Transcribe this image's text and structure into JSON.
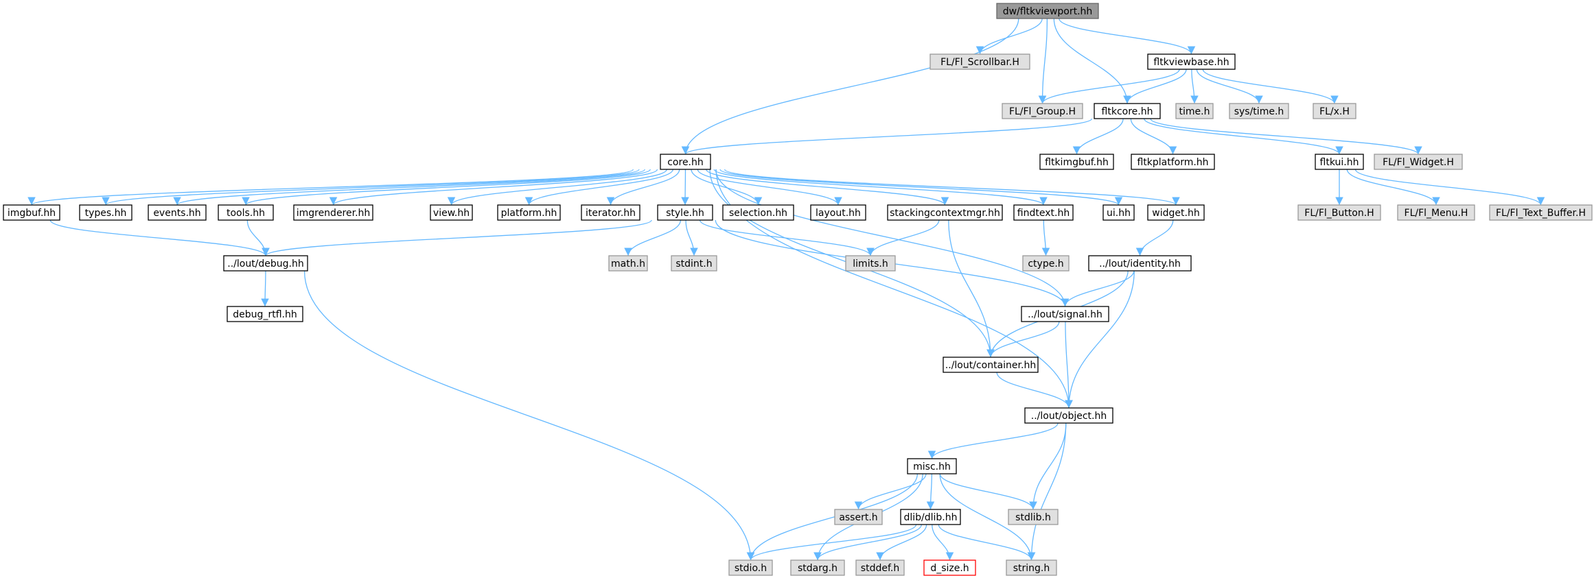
{
  "colors": {
    "edge": "#63b8ff",
    "focus_fill": "#999999",
    "focus_stroke": "#666666",
    "internal_fill": "#ffffff",
    "internal_stroke": "#000000",
    "system_fill": "#e0e0e0",
    "system_stroke": "#999999",
    "missing_fill": "#ffffff",
    "missing_stroke": "#ff0000"
  },
  "nodes": [
    {
      "id": "root",
      "label": "dw/fltkviewport.hh",
      "kind": "focus"
    },
    {
      "id": "scrollbar",
      "label": "FL/Fl_Scrollbar.H",
      "kind": "system"
    },
    {
      "id": "fltkviewbase",
      "label": "fltkviewbase.hh",
      "kind": "internal"
    },
    {
      "id": "flgroup",
      "label": "FL/Fl_Group.H",
      "kind": "system"
    },
    {
      "id": "fltkcore",
      "label": "fltkcore.hh",
      "kind": "internal"
    },
    {
      "id": "timeh",
      "label": "time.h",
      "kind": "system"
    },
    {
      "id": "systime",
      "label": "sys/time.h",
      "kind": "system"
    },
    {
      "id": "flx",
      "label": "FL/x.H",
      "kind": "system"
    },
    {
      "id": "core",
      "label": "core.hh",
      "kind": "internal"
    },
    {
      "id": "fltkimgbuf",
      "label": "fltkimgbuf.hh",
      "kind": "internal"
    },
    {
      "id": "fltkplatform",
      "label": "fltkplatform.hh",
      "kind": "internal"
    },
    {
      "id": "fltkui",
      "label": "fltkui.hh",
      "kind": "internal"
    },
    {
      "id": "flwidget",
      "label": "FL/Fl_Widget.H",
      "kind": "system"
    },
    {
      "id": "imgbuf",
      "label": "imgbuf.hh",
      "kind": "internal"
    },
    {
      "id": "types",
      "label": "types.hh",
      "kind": "internal"
    },
    {
      "id": "events",
      "label": "events.hh",
      "kind": "internal"
    },
    {
      "id": "tools",
      "label": "tools.hh",
      "kind": "internal"
    },
    {
      "id": "imgrenderer",
      "label": "imgrenderer.hh",
      "kind": "internal"
    },
    {
      "id": "view",
      "label": "view.hh",
      "kind": "internal"
    },
    {
      "id": "platform",
      "label": "platform.hh",
      "kind": "internal"
    },
    {
      "id": "iterator",
      "label": "iterator.hh",
      "kind": "internal"
    },
    {
      "id": "style",
      "label": "style.hh",
      "kind": "internal"
    },
    {
      "id": "selection",
      "label": "selection.hh",
      "kind": "internal"
    },
    {
      "id": "layout",
      "label": "layout.hh",
      "kind": "internal"
    },
    {
      "id": "stacking",
      "label": "stackingcontextmgr.hh",
      "kind": "internal"
    },
    {
      "id": "findtext",
      "label": "findtext.hh",
      "kind": "internal"
    },
    {
      "id": "ui",
      "label": "ui.hh",
      "kind": "internal"
    },
    {
      "id": "widget",
      "label": "widget.hh",
      "kind": "internal"
    },
    {
      "id": "flbutton",
      "label": "FL/Fl_Button.H",
      "kind": "system"
    },
    {
      "id": "flmenu",
      "label": "FL/Fl_Menu.H",
      "kind": "system"
    },
    {
      "id": "fltextbuffer",
      "label": "FL/Fl_Text_Buffer.H",
      "kind": "system"
    },
    {
      "id": "debug",
      "label": "../lout/debug.hh",
      "kind": "internal"
    },
    {
      "id": "mathh",
      "label": "math.h",
      "kind": "system"
    },
    {
      "id": "stdinth",
      "label": "stdint.h",
      "kind": "system"
    },
    {
      "id": "limitsh",
      "label": "limits.h",
      "kind": "system"
    },
    {
      "id": "ctypeh",
      "label": "ctype.h",
      "kind": "system"
    },
    {
      "id": "identity",
      "label": "../lout/identity.hh",
      "kind": "internal"
    },
    {
      "id": "debugrtfl",
      "label": "debug_rtfl.hh",
      "kind": "internal"
    },
    {
      "id": "signal",
      "label": "../lout/signal.hh",
      "kind": "internal"
    },
    {
      "id": "container",
      "label": "../lout/container.hh",
      "kind": "internal"
    },
    {
      "id": "object",
      "label": "../lout/object.hh",
      "kind": "internal"
    },
    {
      "id": "misc",
      "label": "misc.hh",
      "kind": "internal"
    },
    {
      "id": "asserth",
      "label": "assert.h",
      "kind": "system"
    },
    {
      "id": "dlib",
      "label": "dlib/dlib.hh",
      "kind": "internal"
    },
    {
      "id": "stdlibh",
      "label": "stdlib.h",
      "kind": "system"
    },
    {
      "id": "stdioh",
      "label": "stdio.h",
      "kind": "system"
    },
    {
      "id": "stdargh",
      "label": "stdarg.h",
      "kind": "system"
    },
    {
      "id": "stddefh",
      "label": "stddef.h",
      "kind": "system"
    },
    {
      "id": "dsizeh",
      "label": "d_size.h",
      "kind": "missing"
    },
    {
      "id": "stringh",
      "label": "string.h",
      "kind": "system"
    }
  ],
  "edges": [
    [
      "root",
      "core"
    ],
    [
      "root",
      "scrollbar"
    ],
    [
      "root",
      "flgroup"
    ],
    [
      "root",
      "fltkcore"
    ],
    [
      "root",
      "fltkviewbase"
    ],
    [
      "fltkviewbase",
      "flgroup"
    ],
    [
      "fltkviewbase",
      "fltkcore"
    ],
    [
      "fltkviewbase",
      "timeh"
    ],
    [
      "fltkviewbase",
      "systime"
    ],
    [
      "fltkviewbase",
      "flx"
    ],
    [
      "fltkcore",
      "core"
    ],
    [
      "fltkcore",
      "fltkimgbuf"
    ],
    [
      "fltkcore",
      "fltkplatform"
    ],
    [
      "fltkcore",
      "fltkui"
    ],
    [
      "fltkcore",
      "flwidget"
    ],
    [
      "fltkui",
      "flbutton"
    ],
    [
      "fltkui",
      "flmenu"
    ],
    [
      "fltkui",
      "fltextbuffer"
    ],
    [
      "core",
      "imgbuf"
    ],
    [
      "core",
      "types"
    ],
    [
      "core",
      "events"
    ],
    [
      "core",
      "tools"
    ],
    [
      "core",
      "imgrenderer"
    ],
    [
      "core",
      "view"
    ],
    [
      "core",
      "platform"
    ],
    [
      "core",
      "iterator"
    ],
    [
      "core",
      "style"
    ],
    [
      "core",
      "selection"
    ],
    [
      "core",
      "layout"
    ],
    [
      "core",
      "stacking"
    ],
    [
      "core",
      "findtext"
    ],
    [
      "core",
      "ui"
    ],
    [
      "core",
      "widget"
    ],
    [
      "core",
      "container"
    ],
    [
      "core",
      "signal"
    ],
    [
      "core",
      "object"
    ],
    [
      "imgbuf",
      "debug"
    ],
    [
      "tools",
      "debug"
    ],
    [
      "style",
      "debug"
    ],
    [
      "style",
      "mathh"
    ],
    [
      "style",
      "stdinth"
    ],
    [
      "style",
      "limitsh"
    ],
    [
      "style",
      "signal"
    ],
    [
      "stacking",
      "limitsh"
    ],
    [
      "stacking",
      "container"
    ],
    [
      "findtext",
      "ctypeh"
    ],
    [
      "widget",
      "identity"
    ],
    [
      "identity",
      "signal"
    ],
    [
      "identity",
      "container"
    ],
    [
      "identity",
      "object"
    ],
    [
      "debug",
      "debugrtfl"
    ],
    [
      "debug",
      "stdioh"
    ],
    [
      "signal",
      "container"
    ],
    [
      "signal",
      "object"
    ],
    [
      "container",
      "object"
    ],
    [
      "object",
      "misc"
    ],
    [
      "object",
      "stdlibh"
    ],
    [
      "object",
      "stringh"
    ],
    [
      "misc",
      "stdioh"
    ],
    [
      "misc",
      "stdargh"
    ],
    [
      "misc",
      "asserth"
    ],
    [
      "misc",
      "dlib"
    ],
    [
      "misc",
      "stdlibh"
    ],
    [
      "misc",
      "stringh"
    ],
    [
      "dlib",
      "stdioh"
    ],
    [
      "dlib",
      "stdargh"
    ],
    [
      "dlib",
      "stddefh"
    ],
    [
      "dlib",
      "dsizeh"
    ],
    [
      "dlib",
      "stringh"
    ]
  ]
}
